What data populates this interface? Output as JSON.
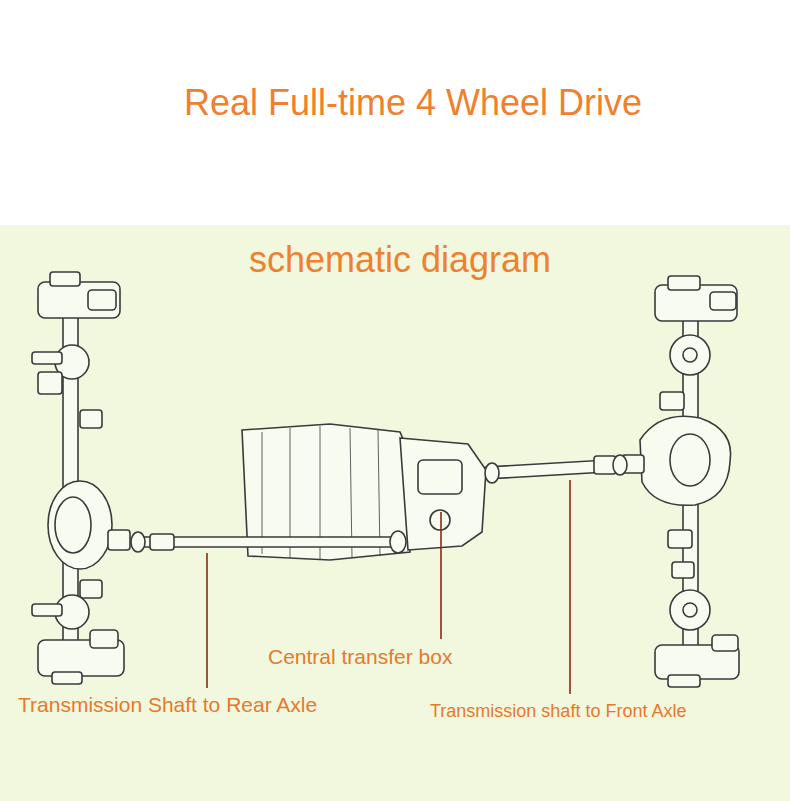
{
  "diagram": {
    "title": "Real Full-time 4 Wheel Drive",
    "labels": [
      "schematic diagram",
      "Central transfer box",
      "Transmission Shaft to Rear Axle",
      "Transmission shaft to Front Axle"
    ]
  }
}
